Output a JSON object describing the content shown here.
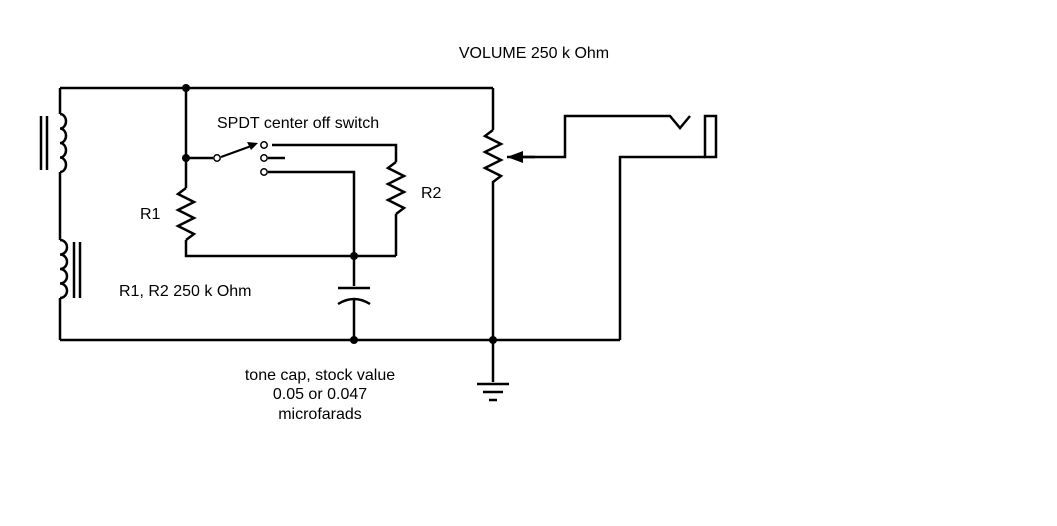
{
  "labels": {
    "volume": "VOLUME 250 k Ohm",
    "switch": "SPDT center off switch",
    "r1": "R1",
    "r2": "R2",
    "resistor_values": "R1, R2 250 k Ohm",
    "cap_line1": "tone cap, stock value",
    "cap_line2": "0.05 or 0.047",
    "cap_line3": "microfarads"
  }
}
